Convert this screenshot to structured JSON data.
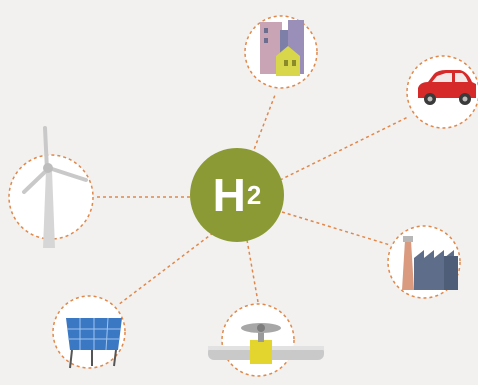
{
  "hub": {
    "symbol": "H",
    "subscript": "2",
    "color": "#8b9a34",
    "text_color": "#ffffff"
  },
  "connector_color": "#e0884a",
  "background_color": "#f2f1ef",
  "nodes": [
    {
      "id": "buildings",
      "icon": "buildings-icon"
    },
    {
      "id": "car",
      "icon": "car-icon"
    },
    {
      "id": "factory",
      "icon": "factory-icon"
    },
    {
      "id": "pipeline",
      "icon": "pipeline-valve-icon"
    },
    {
      "id": "solar",
      "icon": "solar-panel-icon"
    },
    {
      "id": "wind",
      "icon": "wind-turbine-icon"
    }
  ]
}
